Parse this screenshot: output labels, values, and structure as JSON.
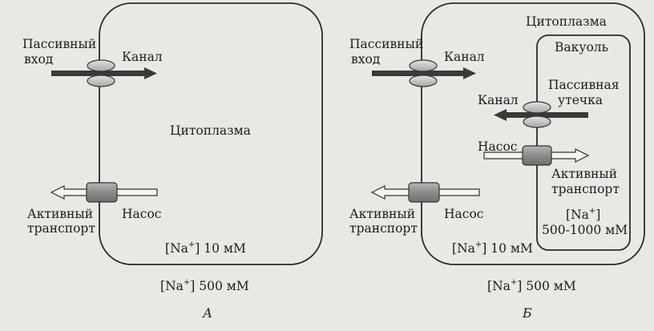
{
  "panel_a": {
    "passive_entry": [
      "Пассивный",
      "вход"
    ],
    "channel": "Канал",
    "cytoplasm": "Цитоплазма",
    "active_transport": [
      "Активный",
      "транспорт"
    ],
    "pump": "Насос",
    "conc_inside": {
      "ion": "Na",
      "charge": "+",
      "value": "10 мМ"
    },
    "conc_outside": {
      "ion": "Na",
      "charge": "+",
      "value": "500 мМ"
    },
    "panel_letter": "А"
  },
  "panel_b": {
    "passive_entry": [
      "Пассивный",
      "вход"
    ],
    "channel": "Канал",
    "cytoplasm": "Цитоплазма",
    "vacuole": "Вакуоль",
    "passive_leak": [
      "Пассивная",
      "утечка"
    ],
    "vacuole_channel": "Канал",
    "vacuole_pump": "Насос",
    "vacuole_active_transport": [
      "Активный",
      "транспорт"
    ],
    "conc_vacuole": {
      "ion": "Na",
      "charge": "+",
      "value": "500-1000 мМ"
    },
    "active_transport": [
      "Активный",
      "транспорт"
    ],
    "pump": "Насос",
    "conc_inside": {
      "ion": "Na",
      "charge": "+",
      "value": "10 мМ"
    },
    "conc_outside": {
      "ion": "Na",
      "charge": "+",
      "value": "500 мМ"
    },
    "panel_letter": "Б"
  },
  "colors": {
    "background": "#e9e8e4",
    "line": "#2a2a2a",
    "dark_arrow": "#3a3a3a",
    "channel_fill": "#c8c8c8",
    "pump_fill": "#9a9a9a"
  }
}
